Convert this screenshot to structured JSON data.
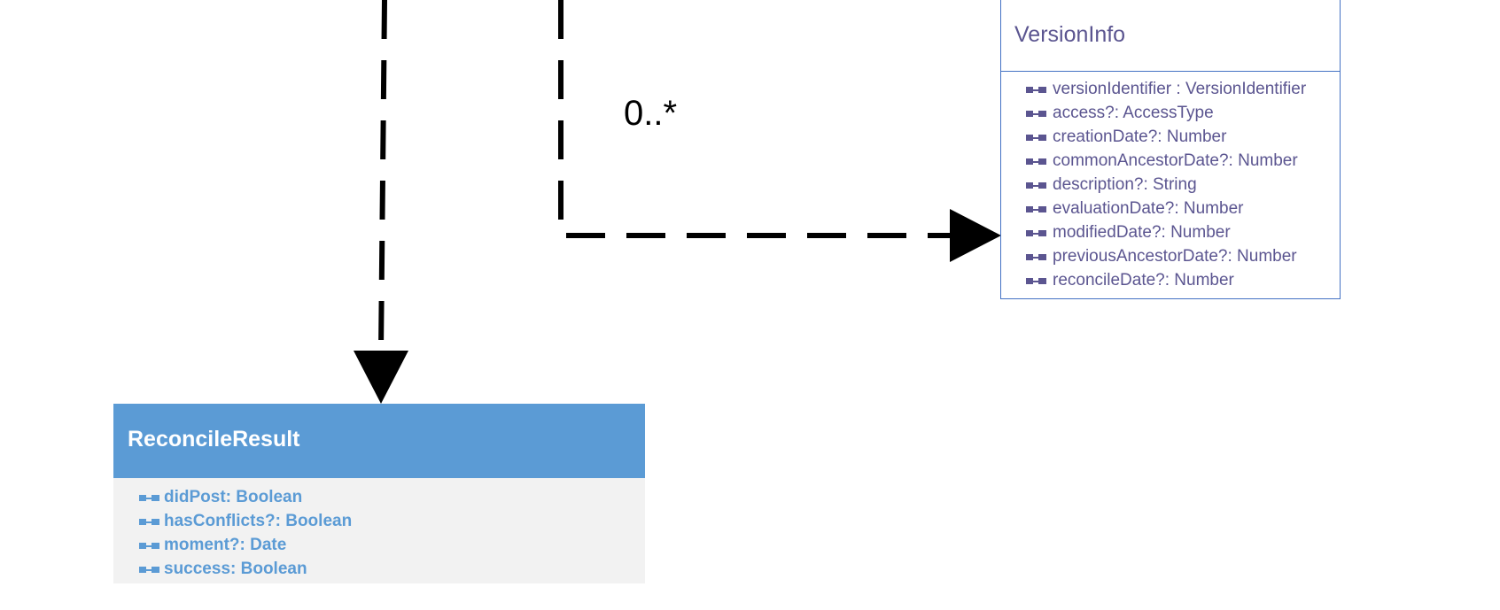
{
  "connector": {
    "multiplicity": "0..*"
  },
  "classes": {
    "version_info": {
      "name": "VersionInfo",
      "attributes": [
        "versionIdentifier : VersionIdentifier",
        "access?: AccessType",
        "creationDate?: Number",
        "commonAncestorDate?: Number",
        "description?: String",
        "evaluationDate?: Number",
        "modifiedDate?: Number",
        "previousAncestorDate?: Number",
        "reconcileDate?: Number"
      ]
    },
    "reconcile_result": {
      "name": "ReconcileResult",
      "attributes": [
        "didPost: Boolean",
        "hasConflicts?: Boolean",
        "moment?: Date",
        "success: Boolean"
      ]
    }
  },
  "colors": {
    "version_info_border": "#4472c4",
    "version_info_text": "#5b5590",
    "reconcile_header": "#5b9bd5",
    "reconcile_body": "#f2f2f2",
    "reconcile_text": "#5b9bd5",
    "connector": "#000000"
  },
  "icons": {
    "attribute": "attribute-icon"
  }
}
